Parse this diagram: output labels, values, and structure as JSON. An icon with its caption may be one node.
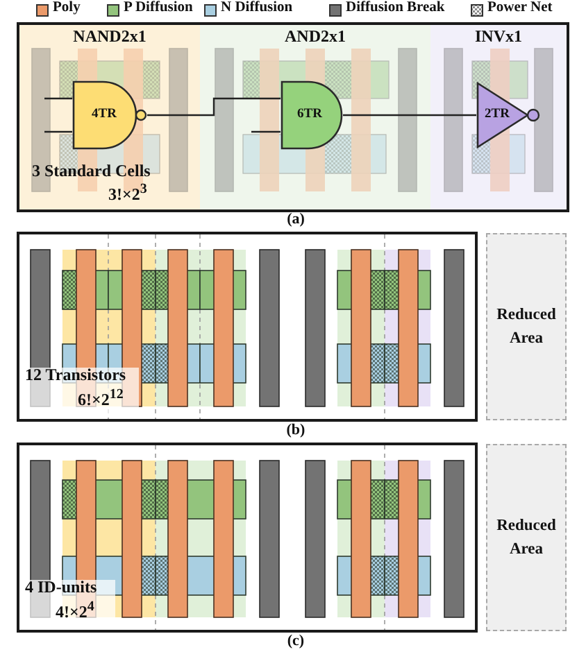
{
  "diagram": {
    "nodes": [
      {
        "text": [
          "NAND2x1"
        ]
      },
      {
        "text": [
          "4TR"
        ],
        "in": 0
      },
      {
        "text": [
          "AND2x1"
        ]
      },
      {
        "text": [
          "6TR"
        ],
        "in": 2
      },
      {
        "text": [
          "INVx1"
        ]
      },
      {
        "text": [
          "2TR"
        ],
        "in": 4
      },
      {
        "text": [
          "Reduced Area"
        ]
      },
      {
        "text": [
          "Reduced Area"
        ]
      }
    ],
    "edges": [
      {
        "from": null,
        "to": 1,
        "arrow": "none"
      },
      {
        "from": null,
        "to": 1,
        "arrow": "none"
      },
      {
        "from": 1,
        "to": 3,
        "arrow": "none"
      },
      {
        "from": null,
        "to": 3,
        "arrow": "none"
      },
      {
        "from": 3,
        "to": 5,
        "arrow": "none"
      }
    ],
    "labels": [
      "3 Standard Cells",
      "3!×2$^{3}$",
      "(a)",
      "12 Transistors",
      "6!×2$^{12}$",
      "(b)",
      "4 ID-units",
      "4!×2$^{4}$",
      "(c)"
    ],
    "legend": [
      {
        "text": "Poly",
        "color": "#eb9a6a"
      },
      {
        "text": "P Diffusion",
        "color": "#93c47d"
      },
      {
        "text": "N Diffusion",
        "color": "#a9cfe1"
      },
      {
        "text": "Diffusion Break",
        "color": "#737373"
      },
      {
        "text": "Power Net"
      }
    ]
  }
}
